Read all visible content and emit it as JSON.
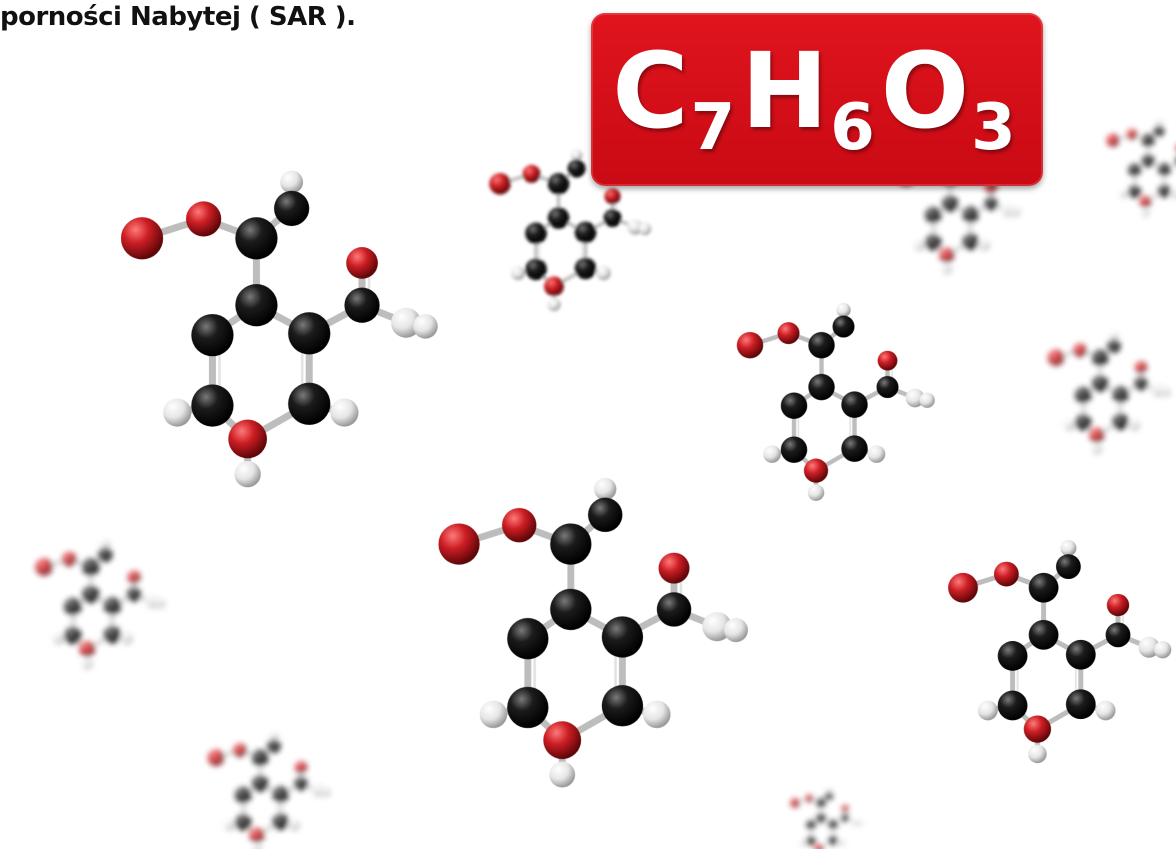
{
  "caption": {
    "text": "porności Nabytej ( SAR )."
  },
  "formula": {
    "parts": [
      {
        "element": "C",
        "count": "7"
      },
      {
        "element": "H",
        "count": "6"
      },
      {
        "element": "O",
        "count": "3"
      }
    ]
  },
  "colors": {
    "badge_red": "#d7111b",
    "oxygen_atom": "#cc1e24",
    "carbon_atom": "#1c1c1c",
    "hydrogen_atom": "#e6e6e6",
    "bond": "#bdbdbd"
  },
  "icons": [
    "molecule-model-icon"
  ]
}
